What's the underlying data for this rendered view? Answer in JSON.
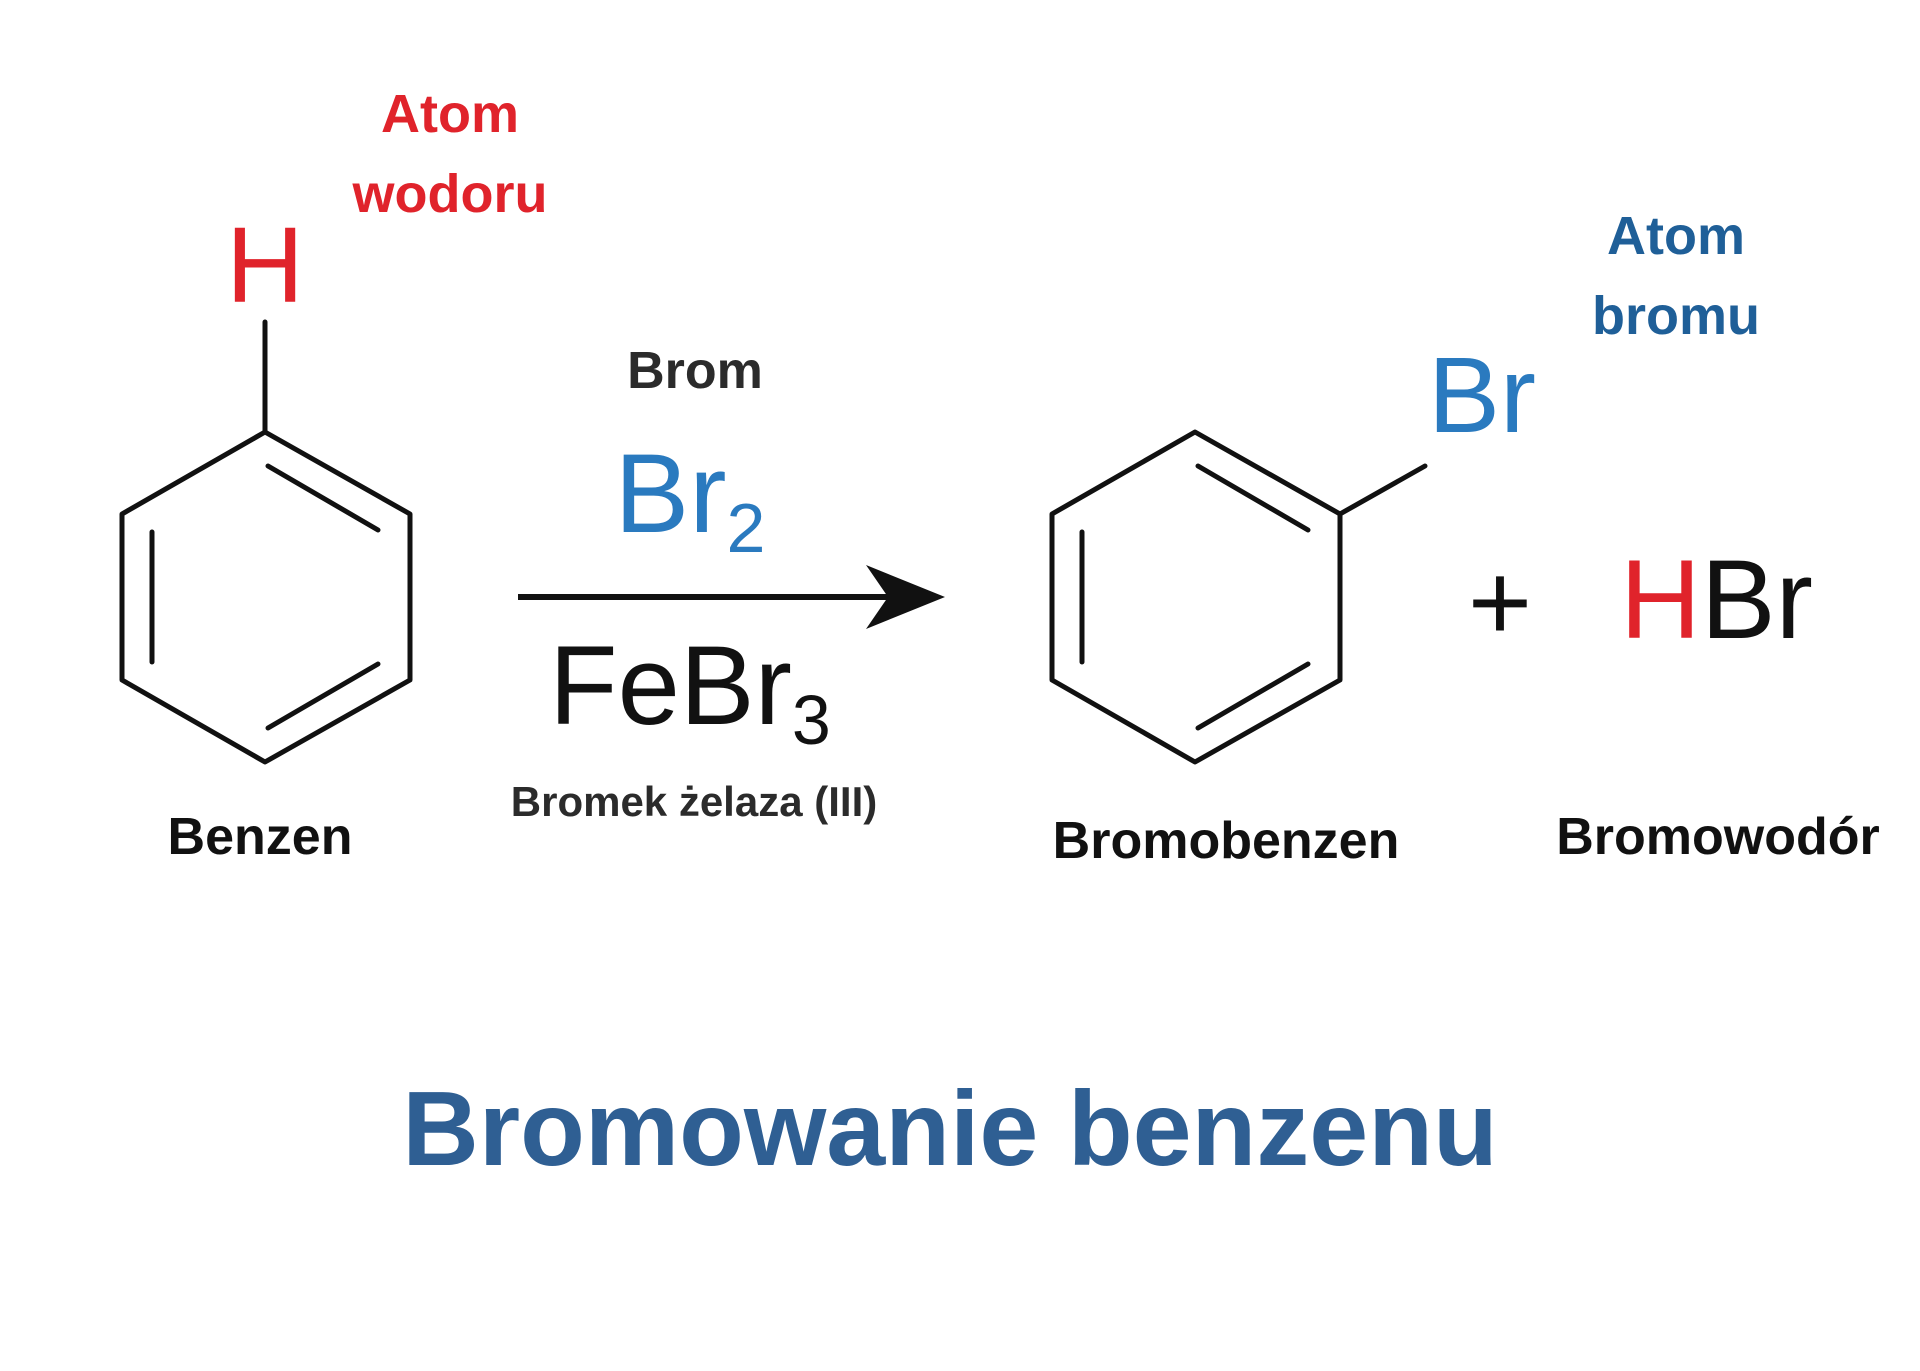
{
  "colors": {
    "hydrogen": "#e0232b",
    "bromine": "#2a7abf",
    "bromine_label": "#1f5f98",
    "text_dark": "#2b2b2b",
    "bond": "#111111",
    "title": "#2f5f93"
  },
  "reactant": {
    "atom_label": "H",
    "annotation_line1": "Atom",
    "annotation_line2": "wodoru",
    "name": "Benzen"
  },
  "reagent": {
    "name": "Brom",
    "formula_main": "Br",
    "formula_sub": "2"
  },
  "catalyst": {
    "formula_main": "FeBr",
    "formula_sub": "3",
    "name": "Bromek żelaza (III)"
  },
  "product": {
    "atom_label": "Br",
    "annotation_line1": "Atom",
    "annotation_line2": "bromu",
    "name": "Bromobenzen"
  },
  "plus_sign": "+",
  "byproduct": {
    "h_part": "H",
    "br_part": "Br",
    "name": "Bromowodór"
  },
  "title": "Bromowanie benzenu"
}
